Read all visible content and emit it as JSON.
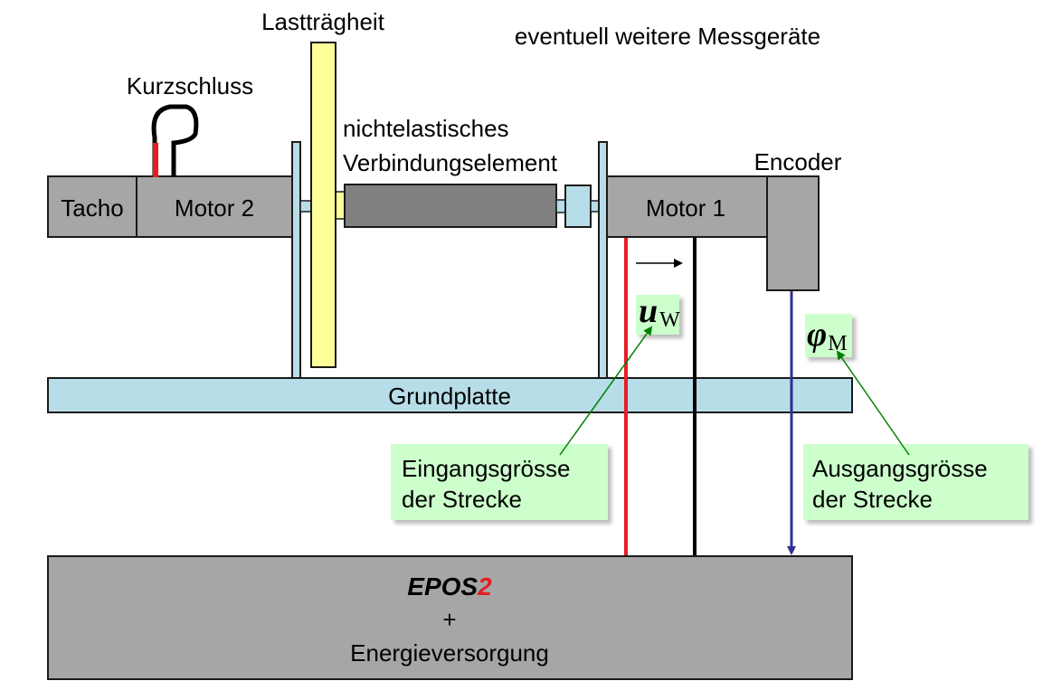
{
  "diagram": {
    "labels": {
      "lasttraegheit": "Lastträgheit",
      "messgeraete": "eventuell weitere Messgeräte",
      "kurzschluss": "Kurzschluss",
      "verbindung_line1": "nichtelastisches",
      "verbindung_line2": "Verbindungselement",
      "encoder": "Encoder",
      "tacho": "Tacho",
      "motor2": "Motor 2",
      "motor1": "Motor 1",
      "grundplatte": "Grundplatte",
      "eingang_line1": "Eingangsgrösse",
      "eingang_line2": "der Strecke",
      "ausgang_line1": "Ausgangsgrösse",
      "ausgang_line2": "der Strecke",
      "u_symbol": "u",
      "u_subscript": "W",
      "phi_symbol": "φ",
      "phi_subscript": "M",
      "epos_text": "EPOS",
      "epos_number": "2",
      "plus": "+",
      "energie": "Energieversorgung"
    },
    "colors": {
      "motor_gray": "#a6a6a6",
      "coupling_dark": "#808080",
      "plate_blue": "#b7dde8",
      "inertia_yellow": "#ffff99",
      "label_green": "#ccffcc",
      "red_wire": "#e41e26",
      "blue_wire": "#2e3192",
      "pointer_green": "#008000"
    }
  }
}
